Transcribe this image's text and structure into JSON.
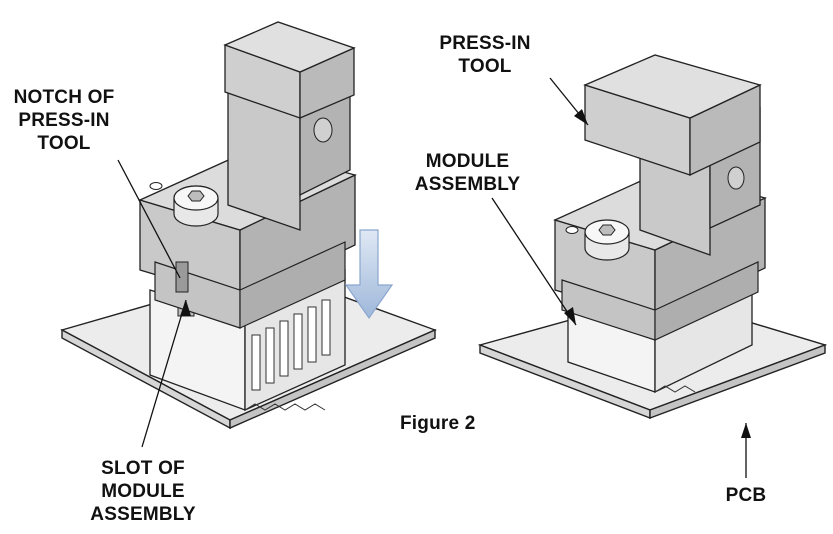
{
  "figure": {
    "caption": "Figure 2"
  },
  "labels": {
    "notch": [
      "NOTCH OF",
      "PRESS-IN",
      "TOOL"
    ],
    "slot": [
      "SLOT OF",
      "MODULE",
      "ASSEMBLY"
    ],
    "press_in_tool": [
      "PRESS-IN",
      "TOOL"
    ],
    "module_assembly": [
      "MODULE",
      "ASSEMBLY"
    ],
    "pcb": "PCB"
  },
  "colors": {
    "tool_fill": "#c9c9c9",
    "tool_shade": "#b3b3b3",
    "tool_light": "#dcdcdc",
    "board_fill": "#ececec",
    "arrow_fill": "#b9cbe3",
    "outline": "#222222"
  }
}
